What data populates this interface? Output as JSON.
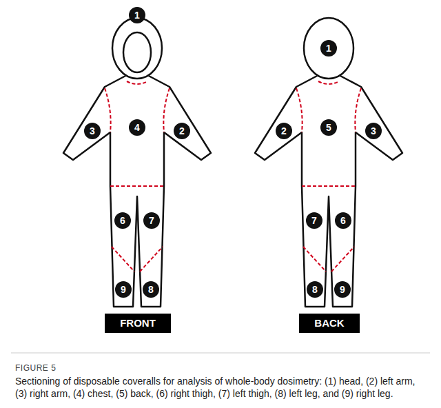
{
  "diagram": {
    "caption": "Sectioning of disposable coveralls for analysis of whole-body dosimetry: (1) head, (2) left arm, (3) right arm, (4) chest, (5) back, (6) right thigh, (7) left thigh, (8) left leg, and (9) right leg.",
    "nodes": [
      {
        "text": [
          "1"
        ]
      },
      {
        "text": [
          "3"
        ]
      },
      {
        "text": [
          "2"
        ]
      },
      {
        "text": [
          "4"
        ]
      },
      {
        "text": [
          "6"
        ]
      },
      {
        "text": [
          "7"
        ]
      },
      {
        "text": [
          "9"
        ]
      },
      {
        "text": [
          "8"
        ]
      },
      {
        "text": [
          "FRONT"
        ]
      },
      {
        "text": [
          "1"
        ]
      },
      {
        "text": [
          "2"
        ]
      },
      {
        "text": [
          "3"
        ]
      },
      {
        "text": [
          "5"
        ]
      },
      {
        "text": [
          "7"
        ]
      },
      {
        "text": [
          "6"
        ]
      },
      {
        "text": [
          "8"
        ]
      },
      {
        "text": [
          "9"
        ]
      },
      {
        "text": [
          "BACK"
        ]
      }
    ],
    "labels": [
      "FIGURE 5"
    ]
  }
}
